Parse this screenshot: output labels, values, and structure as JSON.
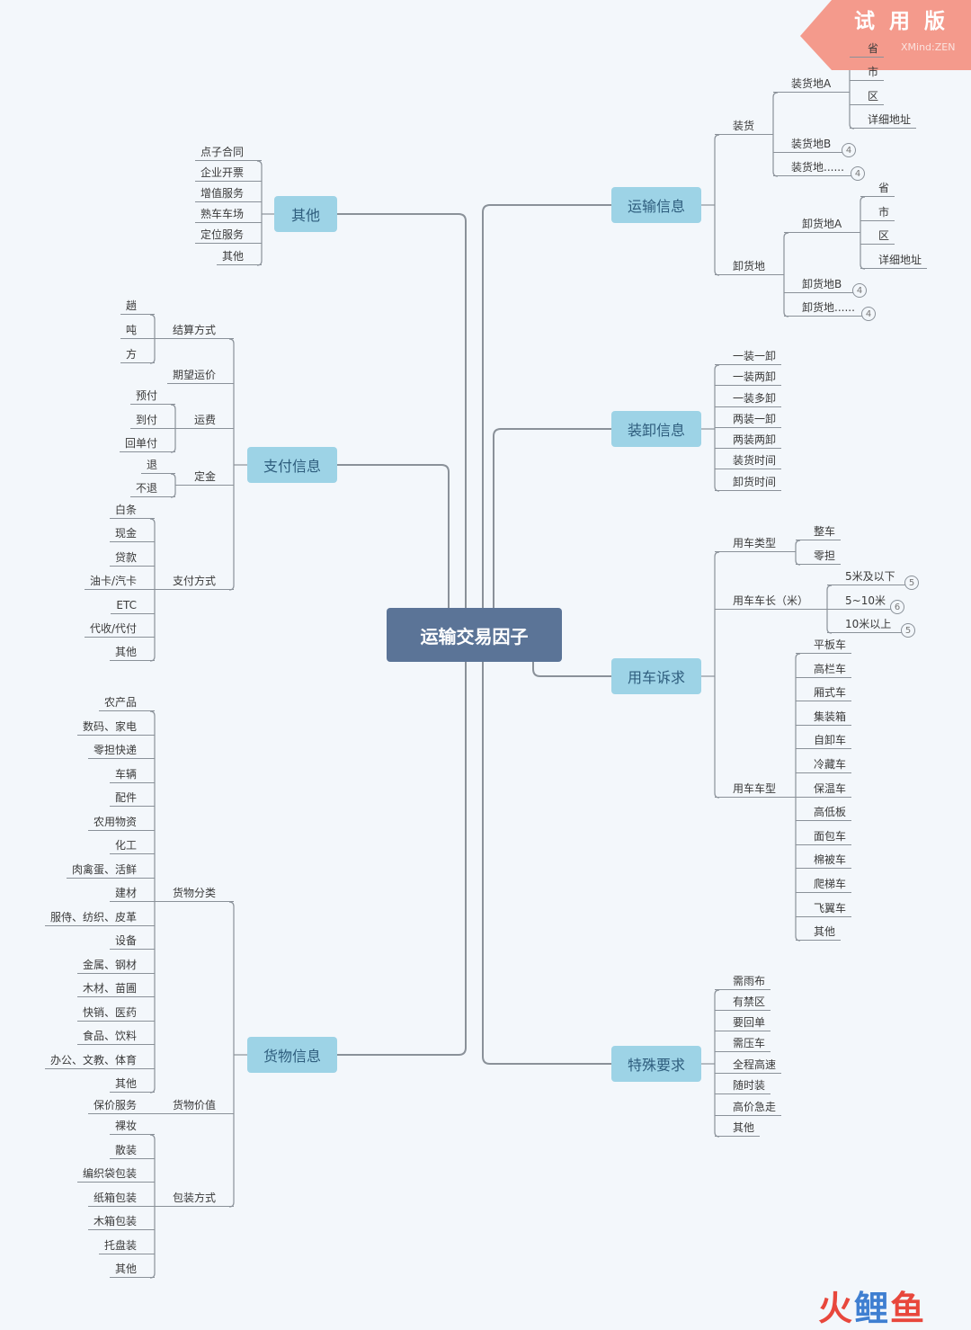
{
  "watermark": {
    "title": "试 用 版",
    "subtitle": "XMind:ZEN"
  },
  "logo": {
    "text_1": "火",
    "text_2": "鲤",
    "text_3": "鱼"
  },
  "colors": {
    "root": "#5b7497",
    "main": "#9dd3e6",
    "line": "#8a9199",
    "watermark": "#f49a8c"
  },
  "root": "运输交易因子",
  "branches": {
    "transport": {
      "label": "运输信息",
      "children": [
        {
          "label": "装货",
          "children": [
            {
              "label": "装货地A",
              "children": [
                "省",
                "市",
                "区",
                "详细地址"
              ]
            },
            {
              "label": "装货地B",
              "badge": "4"
            },
            {
              "label": "装货地......",
              "badge": "4"
            }
          ]
        },
        {
          "label": "卸货地",
          "children": [
            {
              "label": "卸货地A",
              "children": [
                "省",
                "市",
                "区",
                "详细地址"
              ]
            },
            {
              "label": "卸货地B",
              "badge": "4"
            },
            {
              "label": "卸货地......",
              "badge": "4"
            }
          ]
        }
      ]
    },
    "loading": {
      "label": "装卸信息",
      "children": [
        "一装一卸",
        "一装两卸",
        "一装多卸",
        "两装一卸",
        "两装两卸",
        "装货时间",
        "卸货时间"
      ]
    },
    "vehicle": {
      "label": "用车诉求",
      "children": [
        {
          "label": "用车类型",
          "children": [
            "整车",
            "零担"
          ]
        },
        {
          "label": "用车车长（米）",
          "children": [
            {
              "label": "5米及以下",
              "badge": "5"
            },
            {
              "label": "5~10米",
              "badge": "6"
            },
            {
              "label": "10米以上",
              "badge": "5"
            }
          ]
        },
        {
          "label": "用车车型",
          "children": [
            "平板车",
            "高栏车",
            "厢式车",
            "集装箱",
            "自卸车",
            "冷藏车",
            "保温车",
            "高低板",
            "面包车",
            "棉被车",
            "爬梯车",
            "飞翼车",
            "其他"
          ]
        }
      ]
    },
    "special": {
      "label": "特殊要求",
      "children": [
        "需雨布",
        "有禁区",
        "要回单",
        "需压车",
        "全程高速",
        "随时装",
        "高价急走",
        "其他"
      ]
    },
    "other": {
      "label": "其他",
      "children": [
        "点子合同",
        "企业开票",
        "增值服务",
        "熟车车场",
        "定位服务",
        "其他"
      ]
    },
    "payment": {
      "label": "支付信息",
      "children": [
        {
          "label": "结算方式",
          "children": [
            "趟",
            "吨",
            "方"
          ]
        },
        {
          "label": "期望运价"
        },
        {
          "label": "运费",
          "children": [
            "预付",
            "到付",
            "回单付"
          ]
        },
        {
          "label": "定金",
          "children": [
            "退",
            "不退"
          ]
        },
        {
          "label": "支付方式",
          "children": [
            "白条",
            "现金",
            "贷款",
            "油卡/汽卡",
            "ETC",
            "代收/代付",
            "其他"
          ]
        }
      ]
    },
    "cargo": {
      "label": "货物信息",
      "children": [
        {
          "label": "货物分类",
          "children": [
            "农产品",
            "数码、家电",
            "零担快递",
            "车辆",
            "配件",
            "农用物资",
            "化工",
            "肉禽蛋、活鲜",
            "建材",
            "服侍、纺织、皮革",
            "设备",
            "金属、钢材",
            "木材、苗圃",
            "快销、医药",
            "食品、饮料",
            "办公、文教、体育",
            "其他"
          ]
        },
        {
          "label": "货物价值",
          "children": [
            "保价服务"
          ]
        },
        {
          "label": "包装方式",
          "children": [
            "裸妆",
            "散装",
            "编织袋包装",
            "纸箱包装",
            "木箱包装",
            "托盘装",
            "其他"
          ]
        }
      ]
    }
  }
}
